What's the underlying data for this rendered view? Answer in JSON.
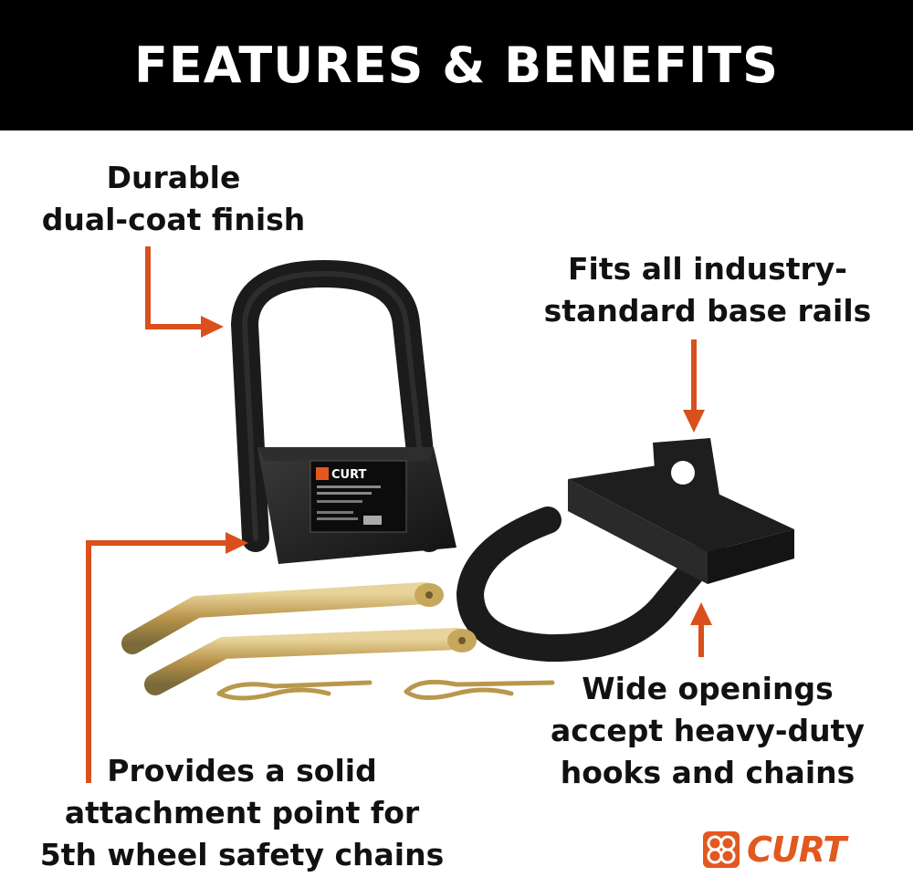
{
  "banner": {
    "title": "FEATURES & BENEFITS"
  },
  "callouts": {
    "finish": {
      "lines": [
        "Durable",
        "dual-coat finish"
      ]
    },
    "rails": {
      "lines": [
        "Fits all industry-",
        "standard base rails"
      ]
    },
    "openings": {
      "lines": [
        "Wide openings",
        "accept heavy-duty",
        "hooks and chains"
      ]
    },
    "attachment": {
      "lines": [
        "Provides a solid",
        "attachment point for",
        "5th wheel safety chains"
      ]
    }
  },
  "brand": {
    "logo_text": "CURT",
    "accent_color": "#e2581f"
  },
  "product_label": {
    "brand": "CURT"
  },
  "colors": {
    "banner_bg": "#000000",
    "banner_text": "#ffffff",
    "arrow": "#d9501c",
    "metal_black": "#1b1b1b",
    "pin_brass": "#c8a85a"
  }
}
